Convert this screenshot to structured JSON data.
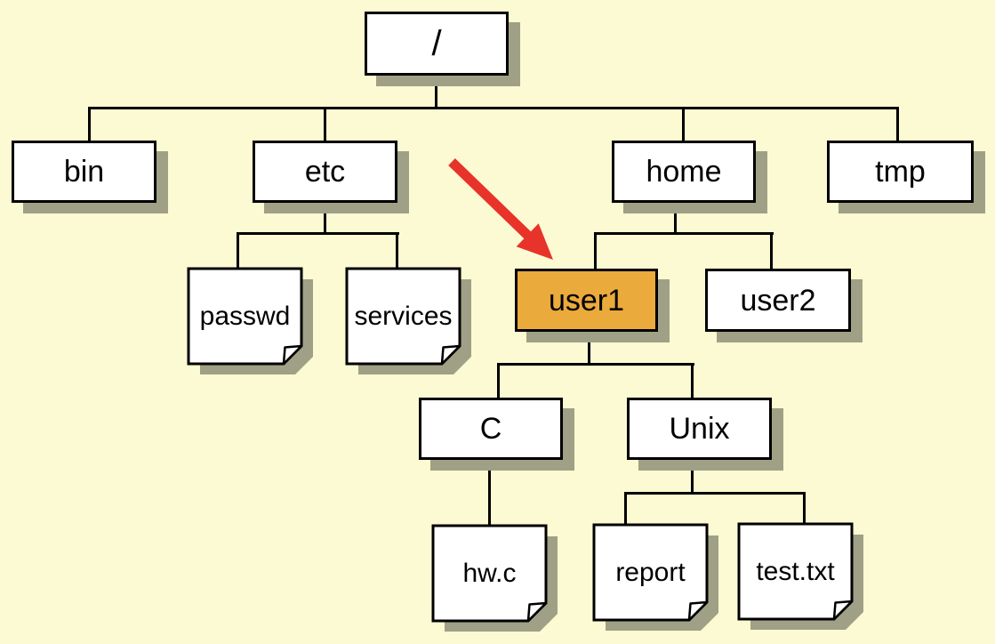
{
  "colors": {
    "background": "#FCFAD2",
    "node_fill": "#FFFFFF",
    "highlight_fill": "#EBAA3C",
    "border": "#000000",
    "shadow": "#A0A086",
    "arrow": "#E8332A",
    "line": "#000000"
  },
  "nodes": {
    "root": {
      "label": "/",
      "type": "directory",
      "highlighted": false
    },
    "bin": {
      "label": "bin",
      "type": "directory",
      "highlighted": false
    },
    "etc": {
      "label": "etc",
      "type": "directory",
      "highlighted": false
    },
    "home": {
      "label": "home",
      "type": "directory",
      "highlighted": false
    },
    "tmp": {
      "label": "tmp",
      "type": "directory",
      "highlighted": false
    },
    "passwd": {
      "label": "passwd",
      "type": "file",
      "highlighted": false
    },
    "services": {
      "label": "services",
      "type": "file",
      "highlighted": false
    },
    "user1": {
      "label": "user1",
      "type": "directory",
      "highlighted": true
    },
    "user2": {
      "label": "user2",
      "type": "directory",
      "highlighted": false
    },
    "c": {
      "label": "C",
      "type": "directory",
      "highlighted": false
    },
    "unix": {
      "label": "Unix",
      "type": "directory",
      "highlighted": false
    },
    "hwc": {
      "label": "hw.c",
      "type": "file",
      "highlighted": false
    },
    "report": {
      "label": "report",
      "type": "file",
      "highlighted": false
    },
    "testtxt": {
      "label": "test.txt",
      "type": "file",
      "highlighted": false
    }
  },
  "hierarchy": {
    "/": [
      "bin",
      "etc",
      "home",
      "tmp"
    ],
    "etc": [
      "passwd",
      "services"
    ],
    "home": [
      "user1",
      "user2"
    ],
    "user1": [
      "C",
      "Unix"
    ],
    "C": [
      "hw.c"
    ],
    "Unix": [
      "report",
      "test.txt"
    ]
  },
  "annotation": {
    "arrow_points_to": "user1"
  }
}
